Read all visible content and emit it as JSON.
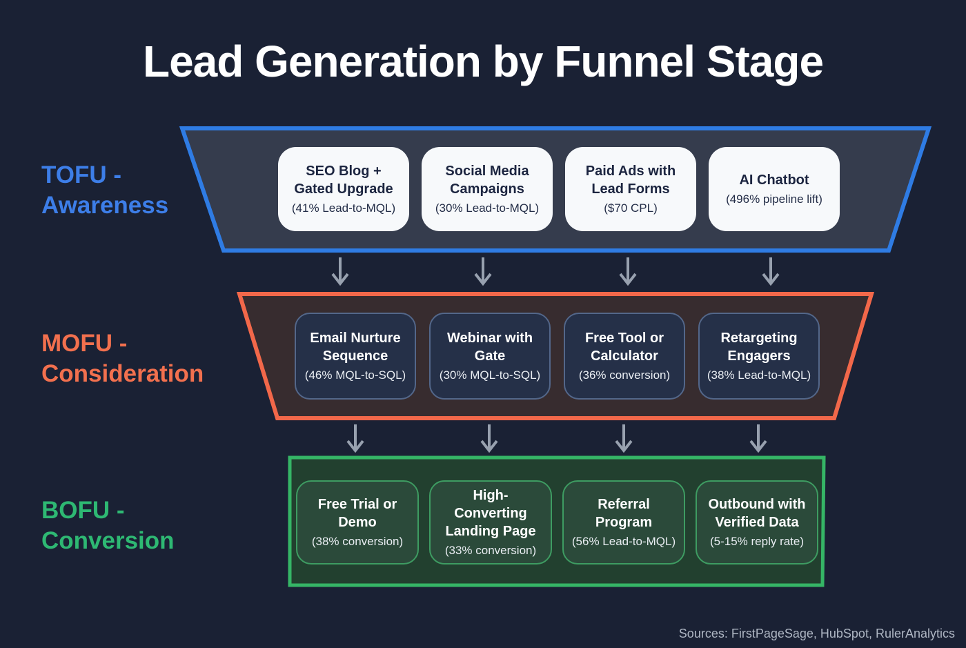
{
  "title": "Lead Generation by Funnel Stage",
  "source_note": "Sources: FirstPageSage, HubSpot, RulerAnalytics",
  "colors": {
    "background": "#1a2134",
    "tofu_accent": "#2f7ce4",
    "mofu_accent": "#f2684a",
    "bofu_accent": "#35b566",
    "arrow": "#98a1af",
    "tofu_card_bg": "#f7f9fb",
    "mofu_card_bg": "#253048",
    "bofu_card_bg": "#2b4a3a"
  },
  "stages": [
    {
      "id": "tofu",
      "label_top": "TOFU -",
      "label_bottom": "Awareness",
      "cards": [
        {
          "title": "SEO Blog + Gated Upgrade",
          "metric": "(41% Lead-to-MQL)"
        },
        {
          "title": "Social Media Campaigns",
          "metric": "(30% Lead-to-MQL)"
        },
        {
          "title": "Paid Ads with Lead Forms",
          "metric": "($70 CPL)"
        },
        {
          "title": "AI Chatbot",
          "metric": "(496% pipeline lift)"
        }
      ]
    },
    {
      "id": "mofu",
      "label_top": "MOFU -",
      "label_bottom": "Consideration",
      "cards": [
        {
          "title": "Email Nurture Sequence",
          "metric": "(46% MQL-to-SQL)"
        },
        {
          "title": "Webinar with Gate",
          "metric": "(30% MQL-to-SQL)"
        },
        {
          "title": "Free Tool or Calculator",
          "metric": "(36% conversion)"
        },
        {
          "title": "Retargeting Engagers",
          "metric": "(38% Lead-to-MQL)"
        }
      ]
    },
    {
      "id": "bofu",
      "label_top": "BOFU -",
      "label_bottom": "Conversion",
      "cards": [
        {
          "title": "Free Trial or Demo",
          "metric": "(38% conversion)"
        },
        {
          "title": "High-Converting Landing Page",
          "metric": "(33% conversion)"
        },
        {
          "title": "Referral Program",
          "metric": "(56% Lead-to-MQL)"
        },
        {
          "title": "Outbound with Verified Data",
          "metric": "(5-15% reply rate)"
        }
      ]
    }
  ]
}
